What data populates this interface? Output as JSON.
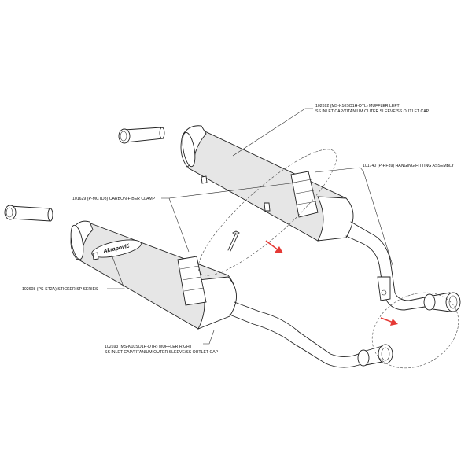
{
  "labels": {
    "muffler_left": {
      "line1": "102692 (MS-K10SO1H-DTL) MUFFLER LEFT",
      "line2": "SS INLET CAP/TITANIUM OUTER SLEEVE/SS OUTLET CAP"
    },
    "hanging_fitting": {
      "line1": "101740 (P-HF39) HANGING FITTING ASSEMBLY"
    },
    "clamp": {
      "line1": "101629 (P-MCTD8) CARBON-FIBER CLAMP"
    },
    "sticker": {
      "line1": "102608 (PS-ST2A) STICKER SP SERIES"
    },
    "muffler_right": {
      "line1": "102693 (MS-K10SO1H-DTR) MUFFLER RIGHT",
      "line2": "SS INLET CAP/TITANIUM OUTER SLEEVE/SS OUTLET CAP"
    }
  },
  "brand_logo_text": "Akrapovič",
  "colors": {
    "arrow": "#e53935",
    "line": "#222222",
    "background": "#ffffff"
  }
}
